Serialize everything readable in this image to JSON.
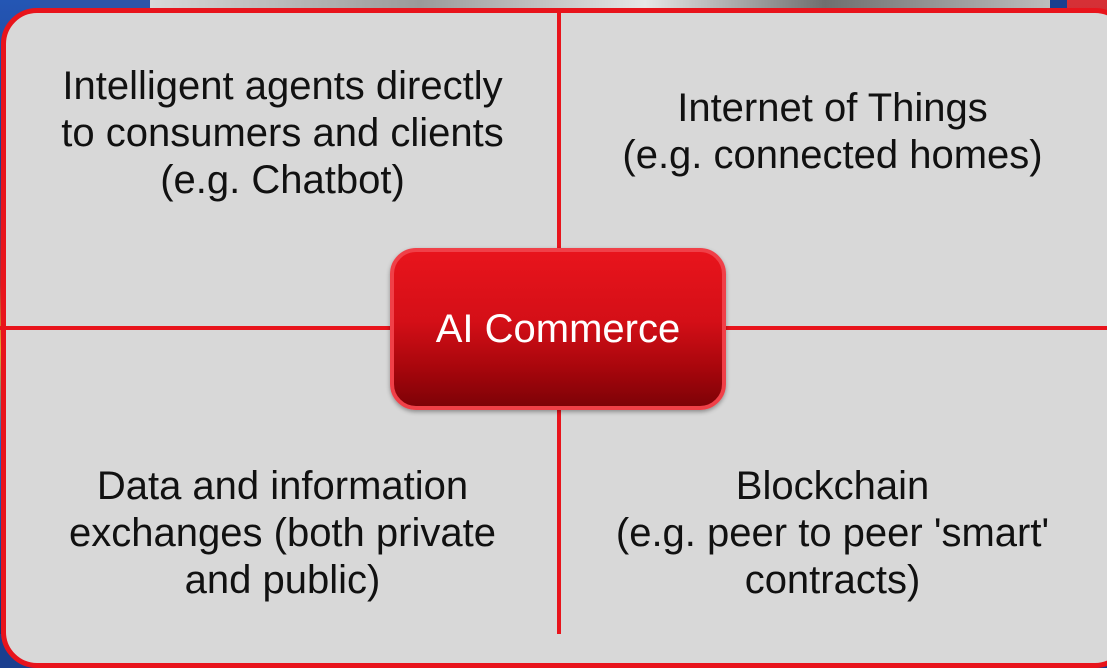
{
  "center": {
    "label": "AI Commerce"
  },
  "quadrants": {
    "top_left": {
      "line1": "Intelligent agents directly",
      "line2": "to consumers and clients",
      "line3": "(e.g. Chatbot)"
    },
    "top_right": {
      "line1": "Internet of Things",
      "line2": "(e.g. connected homes)"
    },
    "bottom_left": {
      "line1": "Data and information",
      "line2": "exchanges (both private",
      "line3": "and public)"
    },
    "bottom_right": {
      "line1": "Blockchain",
      "line2": "(e.g. peer to peer 'smart'",
      "line3": "contracts)"
    }
  },
  "colors": {
    "accent_red": "#e8141c",
    "panel_gray": "#d8d8d8",
    "text_dark": "#111111",
    "center_text": "#ffffff"
  }
}
